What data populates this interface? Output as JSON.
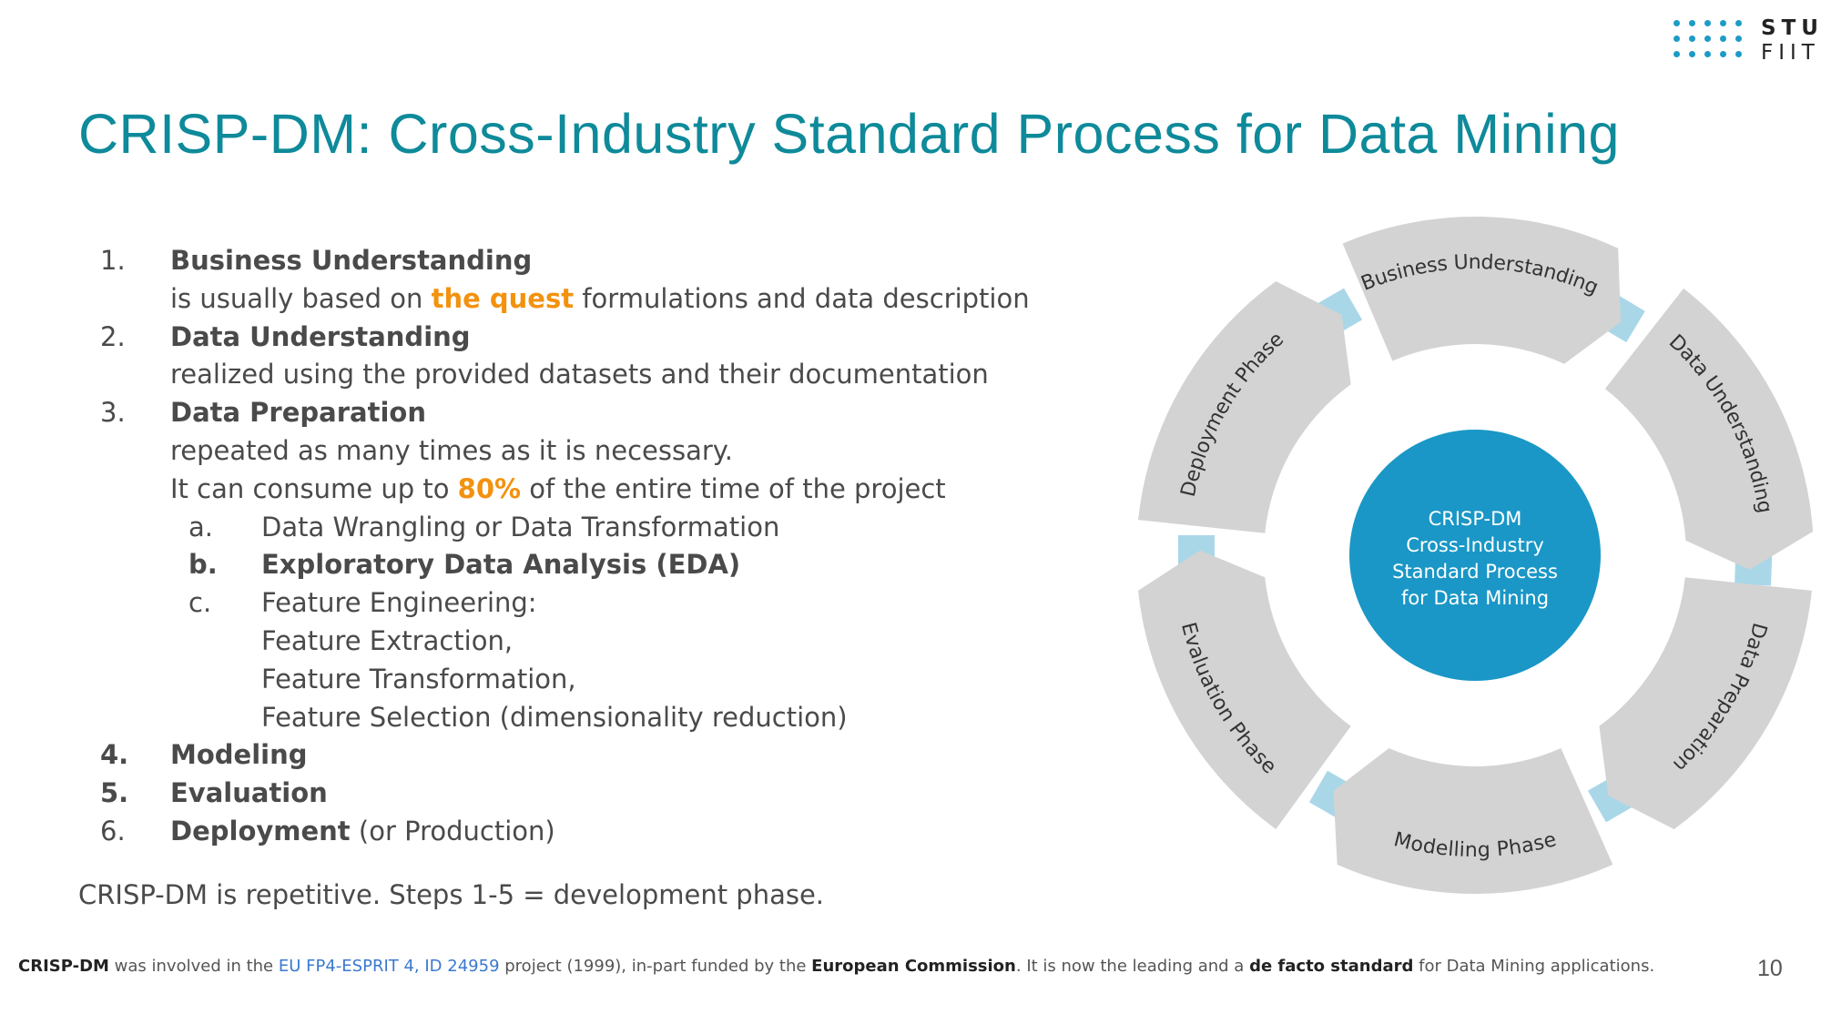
{
  "logo": {
    "line1": "STU",
    "line2": "FIIT"
  },
  "title": "CRISP-DM: Cross-Industry Standard Process for Data Mining",
  "list": {
    "item1": {
      "num": "1.",
      "label": "Business Understanding",
      "desc_pre": "is usually based on ",
      "desc_hl": "the quest",
      "desc_post": " formulations and data description"
    },
    "item2": {
      "num": "2.",
      "label": "Data Understanding",
      "desc": "realized using the provided datasets and their documentation"
    },
    "item3": {
      "num": "3.",
      "label": "Data Preparation",
      "desc1": "repeated as many times as it is necessary.",
      "desc2_pre": "It can consume up to ",
      "desc2_hl": "80%",
      "desc2_post": " of the entire time of the project"
    },
    "sub_a": {
      "num": "a.",
      "label": "Data Wrangling or Data Transformation"
    },
    "sub_b": {
      "num": "b.",
      "label": "Exploratory Data Analysis (EDA)"
    },
    "sub_c": {
      "num": "c.",
      "label": "Feature Engineering:",
      "lines": [
        "Feature Extraction,",
        "Feature Transformation,",
        "Feature Selection (dimensionality reduction)"
      ]
    },
    "item4": {
      "num": "4.",
      "label": "Modeling"
    },
    "item5": {
      "num": "5.",
      "label": "Evaluation"
    },
    "item6": {
      "num": "6.",
      "label": "Deployment",
      "suffix": " (or Production)"
    }
  },
  "summary": "CRISP-DM is repetitive. Steps 1-5 = development phase.",
  "footnote": {
    "t1": "CRISP-DM",
    "t2": " was involved in the ",
    "t3": "EU FP4-ESPRIT 4, ID 24959",
    "t4": " project (1999), in-part funded by the ",
    "t5": "European Commission",
    "t6": ". It is now the leading and a ",
    "t7": "de facto standard",
    "t8": " for Data Mining applications."
  },
  "page_number": "10",
  "diagram": {
    "center": [
      "CRISP-DM",
      "Cross-Industry",
      "Standard Process",
      "for Data Mining"
    ],
    "segments": [
      "Business Understanding",
      "Data Understanding",
      "Data Preparation",
      "Modelling Phase",
      "Evaluation Phase",
      "Deployment Phase"
    ],
    "colors": {
      "segment": "#d3d3d3",
      "connector": "#a9d7e8",
      "center": "#1a97c6"
    }
  }
}
